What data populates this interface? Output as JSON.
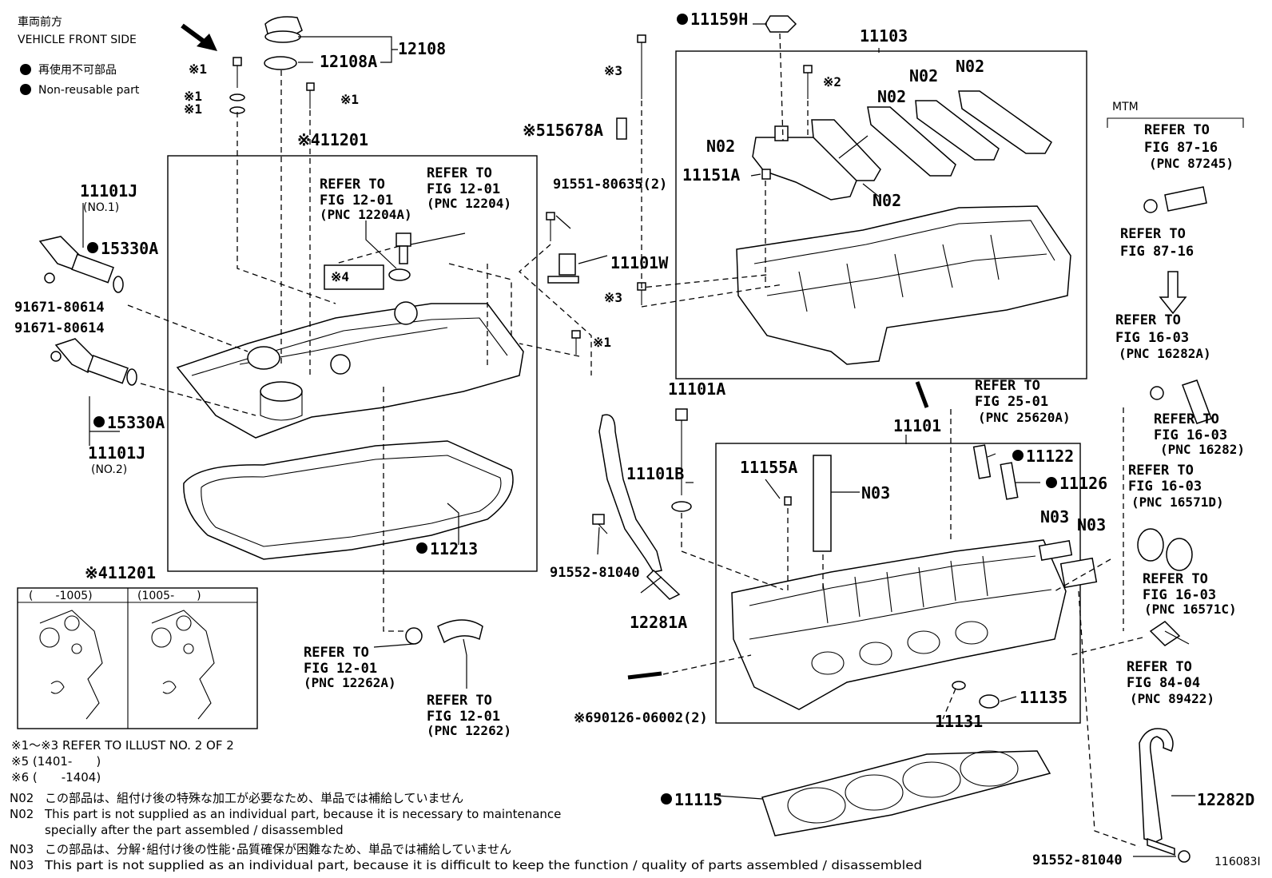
{
  "header": {
    "front_jp": "車両前方",
    "front_en": "VEHICLE FRONT SIDE",
    "legend_jp": "再使用不可部品",
    "legend_en": "Non-reusable part"
  },
  "callouts": {
    "c12108": "12108",
    "c12108A": "12108A",
    "c11201": "※411201",
    "c11201b": "※411201",
    "x1a": "※1",
    "x1b": "※1",
    "x1c": "※1",
    "x1d": "※1",
    "x1e": "※1",
    "x2": "※2",
    "x3a": "※3",
    "x3b": "※3",
    "x4": "※4",
    "c11101J_1": "11101J",
    "no1": "(NO.1)",
    "c15330A_1": "15330A",
    "c91671_1": "91671-80614",
    "c91671_2": "91671-80614",
    "c15330A_2": "15330A",
    "c11101J_2": "11101J",
    "no2": "(NO.2)",
    "c11213": "11213",
    "c15678A": "※515678A",
    "c91551": "91551-80635(2)",
    "c11101W": "11101W",
    "c11159H": "11159H",
    "c11103": "11103",
    "n02a": "N02",
    "n02b": "N02",
    "n02c": "N02",
    "n02d": "N02",
    "n02e": "N02",
    "c11151A": "11151A",
    "c11101A": "11101A",
    "c11101B": "11101B",
    "c91552_1": "91552-81040",
    "c12281A": "12281A",
    "c11101": "11101",
    "c11155A": "11155A",
    "n03a": "N03",
    "n03b": "N03",
    "n03c": "N03",
    "c11122": "11122",
    "c11126": "11126",
    "c11135": "11135",
    "c11131": "11131",
    "c90126": "※690126-06002(2)",
    "c11115": "11115",
    "c12282D": "12282D",
    "c91552_2": "91552-81040",
    "mtm": "MTM",
    "fig_id": "116083I"
  },
  "refers": {
    "r12204A": [
      "REFER TO",
      "FIG 12-01",
      "(PNC 12204A)"
    ],
    "r12204": [
      "REFER TO",
      "FIG 12-01",
      "(PNC 12204)"
    ],
    "r12262A": [
      "REFER TO",
      "FIG 12-01",
      "(PNC 12262A)"
    ],
    "r12262": [
      "REFER TO",
      "FIG 12-01",
      "(PNC 12262)"
    ],
    "r25620A": [
      "REFER TO",
      "FIG 25-01",
      "(PNC 25620A)"
    ],
    "r87245": [
      "REFER TO",
      "FIG 87-16",
      "(PNC 87245)"
    ],
    "r8716": [
      "REFER TO",
      "FIG 87-16"
    ],
    "r16282A": [
      "REFER TO",
      "FIG 16-03",
      "(PNC 16282A)"
    ],
    "r16282": [
      "REFER TO",
      "FIG 16-03",
      "(PNC 16282)"
    ],
    "r16571D": [
      "REFER TO",
      "FIG 16-03",
      "(PNC 16571D)"
    ],
    "r16571C": [
      "REFER TO",
      "FIG 16-03",
      "(PNC 16571C)"
    ],
    "r89422": [
      "REFER TO",
      "FIG 84-04",
      "(PNC 89422)"
    ]
  },
  "variants": {
    "left": "(　　-1005)",
    "right": "(1005-　　)"
  },
  "footnotes": {
    "f1": "※1～※3  REFER TO ILLUST NO. 2 OF 2",
    "f2": "※5 (1401-　　)",
    "f3": "※6 (　　-1404)",
    "n02_jp_code": "N02",
    "n02_jp": "この部品は、組付け後の特殊な加工が必要なため、単品では補給していません",
    "n02_en_code": "N02",
    "n02_en1": "This part is not supplied as an individual part, because it is necessary to maintenance",
    "n02_en2": "specially after the part assembled / disassembled",
    "n03_jp_code": "N03",
    "n03_jp": "この部品は、分解･組付け後の性能･品質確保が困難なため、単品では補給していません",
    "n03_en_code": "N03",
    "n03_en": "This part is not supplied as an individual part, because it is difficult to keep the function / quality of parts  assembled / disassembled"
  }
}
